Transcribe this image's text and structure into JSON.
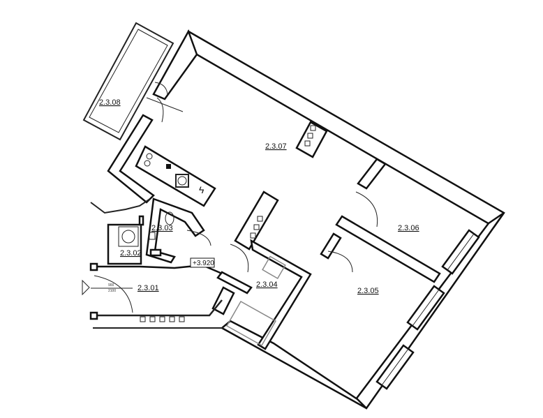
{
  "rooms": [
    {
      "id": "2.3.08"
    },
    {
      "id": "2.3.07"
    },
    {
      "id": "2.3.06"
    },
    {
      "id": "2.3.05"
    },
    {
      "id": "2.3.04"
    },
    {
      "id": "2.3.03"
    },
    {
      "id": "2.3.02"
    },
    {
      "id": "2.3.01"
    }
  ],
  "level_mark": "+3.920",
  "door_marks": [
    "900",
    "2100"
  ]
}
